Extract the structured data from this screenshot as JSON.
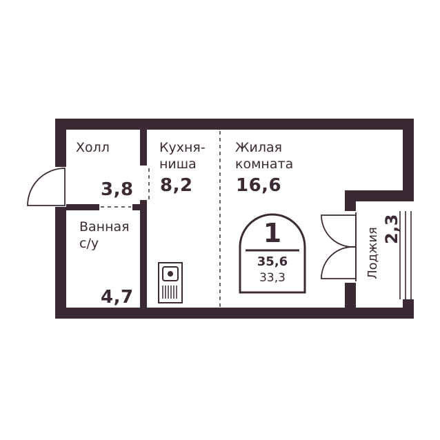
{
  "colors": {
    "wall": "#3b2a33",
    "background": "#ffffff"
  },
  "rooms": {
    "hall": {
      "name": "Холл",
      "area": "3,8"
    },
    "kitchen": {
      "name_line1": "Кухня-",
      "name_line2": "ниша",
      "area": "8,2"
    },
    "living": {
      "name_line1": "Жилая",
      "name_line2": "комната",
      "area": "16,6"
    },
    "bath": {
      "name_line1": "Ванная",
      "name_line2": "с/у",
      "area": "4,7"
    },
    "loggia": {
      "name": "Лоджия",
      "area": "2,3"
    }
  },
  "badge": {
    "rooms": "1",
    "total_area": "35,6",
    "living_area": "33,3"
  },
  "icons": [
    "sink-icon",
    "entry-door-icon",
    "balcony-door-icon"
  ]
}
